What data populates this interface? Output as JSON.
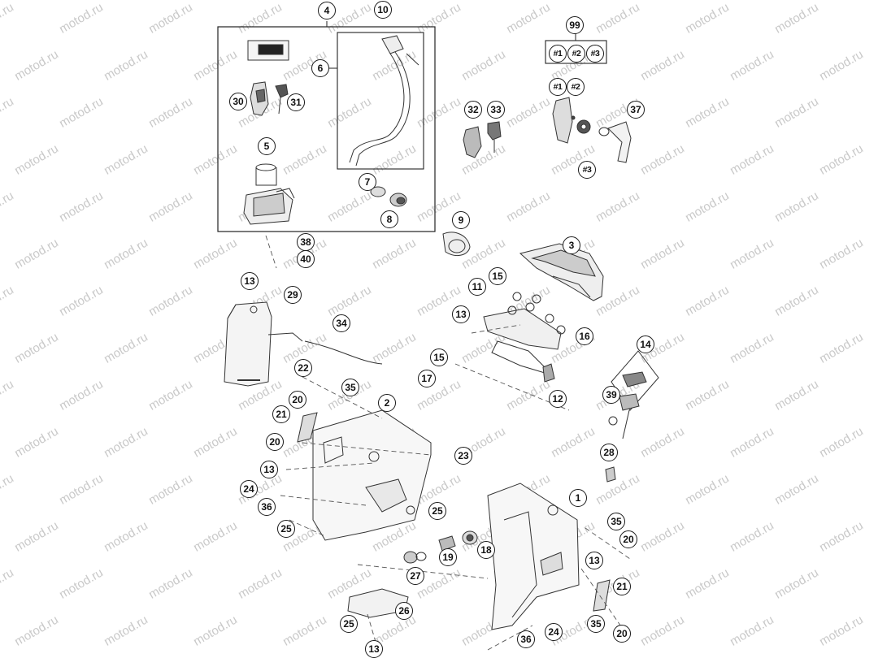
{
  "watermark": "motod.ru",
  "callouts": {
    "c1": "1",
    "c2": "2",
    "c3": "3",
    "c4": "4",
    "c5": "5",
    "c6": "6",
    "c7": "7",
    "c8": "8",
    "c9": "9",
    "c10": "10",
    "c11": "11",
    "c12": "12",
    "c13a": "13",
    "c13b": "13",
    "c13c": "13",
    "c13d": "13",
    "c13e": "13",
    "c14": "14",
    "c15a": "15",
    "c15b": "15",
    "c16": "16",
    "c17": "17",
    "c18": "18",
    "c19": "19",
    "c20a": "20",
    "c20b": "20",
    "c20c": "20",
    "c20d": "20",
    "c21a": "21",
    "c21b": "21",
    "c22": "22",
    "c23": "23",
    "c24a": "24",
    "c24b": "24",
    "c25a": "25",
    "c25b": "25",
    "c25c": "25",
    "c26": "26",
    "c27": "27",
    "c28": "28",
    "c29": "29",
    "c30": "30",
    "c31": "31",
    "c32": "32",
    "c33": "33",
    "c34": "34",
    "c35a": "35",
    "c35b": "35",
    "c35c": "35",
    "c36a": "36",
    "c36b": "36",
    "c37": "37",
    "c38": "38",
    "c39": "39",
    "c40": "40",
    "c99": "99",
    "h1a": "#1",
    "h2a": "#2",
    "h3a": "#3",
    "h1b": "#1",
    "h2b": "#2",
    "h3b": "#3"
  }
}
